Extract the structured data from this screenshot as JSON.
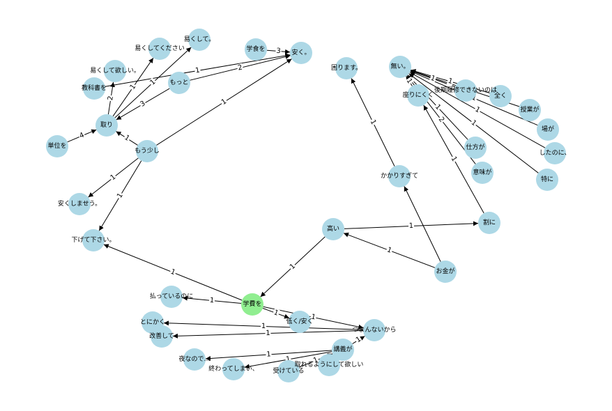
{
  "colors": {
    "node": "#add8e6",
    "highlight": "#90ee90",
    "edge": "#000000"
  },
  "nodes": [
    {
      "id": "n_gakuhi",
      "label": "学費を",
      "highlight": true
    },
    {
      "id": "n_takai",
      "label": "高い"
    },
    {
      "id": "n_okane",
      "label": "お金が"
    },
    {
      "id": "n_warini",
      "label": "割に"
    },
    {
      "id": "n_kakari",
      "label": "かかりすぎて"
    },
    {
      "id": "n_komari",
      "label": "困ります。"
    },
    {
      "id": "n_nai",
      "label": "無い。"
    },
    {
      "id": "n_suwari",
      "label": "座りにくく"
    },
    {
      "id": "n_kouki",
      "label": "後期履修できないのは"
    },
    {
      "id": "n_mattaku",
      "label": "全く"
    },
    {
      "id": "n_jugyo",
      "label": "授業が"
    },
    {
      "id": "n_baga",
      "label": "場が"
    },
    {
      "id": "n_shitano",
      "label": "したのに、"
    },
    {
      "id": "n_tokuni",
      "label": "特に"
    },
    {
      "id": "n_shikata",
      "label": "仕方が"
    },
    {
      "id": "n_imi",
      "label": "意味が"
    },
    {
      "id": "n_gakushoku",
      "label": "学食を"
    },
    {
      "id": "n_yasuku",
      "label": "安く。"
    },
    {
      "id": "n_yasukushite",
      "label": "易くして。"
    },
    {
      "id": "n_yasukushitekudasai",
      "label": "易くしてください"
    },
    {
      "id": "n_yasukushitehoshii",
      "label": "易くして欲しい。"
    },
    {
      "id": "n_kyokasho",
      "label": "教科書を"
    },
    {
      "id": "n_motto",
      "label": "もっと"
    },
    {
      "id": "n_tori",
      "label": "取り"
    },
    {
      "id": "n_tani",
      "label": "単位を"
    },
    {
      "id": "n_mousukoshi",
      "label": "もう少し"
    },
    {
      "id": "n_yasukushimasu",
      "label": "安くしませう。"
    },
    {
      "id": "n_sagete",
      "label": "下げて下さい。"
    },
    {
      "id": "n_haratte",
      "label": "払っているのに"
    },
    {
      "id": "n_hikuku",
      "label": "低く/安く"
    },
    {
      "id": "n_tsumaranai",
      "label": "つまんないから"
    },
    {
      "id": "n_tonikaku",
      "label": "とにかく"
    },
    {
      "id": "n_kaizen",
      "label": "改善して"
    },
    {
      "id": "n_kogiga",
      "label": "講義が"
    },
    {
      "id": "n_yorunanode",
      "label": "夜なので…"
    },
    {
      "id": "n_owatte",
      "label": "終わってしまい、"
    },
    {
      "id": "n_ukete",
      "label": "受けている"
    },
    {
      "id": "n_toreru",
      "label": "取れるようにして欲しい"
    }
  ],
  "edges": [
    {
      "from": "n_takai",
      "to": "n_gakuhi",
      "label": "1"
    },
    {
      "from": "n_gakuhi",
      "to": "n_sagete",
      "label": "1"
    },
    {
      "from": "n_gakuhi",
      "to": "n_haratte",
      "label": "1"
    },
    {
      "from": "n_gakuhi",
      "to": "n_hikuku",
      "label": "1"
    },
    {
      "from": "n_gakuhi",
      "to": "n_tsumaranai",
      "label": "1"
    },
    {
      "from": "n_okane",
      "to": "n_takai",
      "label": "1"
    },
    {
      "from": "n_okane",
      "to": "n_kakari",
      "label": ""
    },
    {
      "from": "n_takai",
      "to": "n_warini",
      "label": "1"
    },
    {
      "from": "n_kakari",
      "to": "n_komari",
      "label": "1"
    },
    {
      "from": "n_warini",
      "to": "n_suwari",
      "label": "1"
    },
    {
      "from": "n_suwari",
      "to": "n_nai",
      "label": "1"
    },
    {
      "from": "n_kouki",
      "to": "n_nai",
      "label": "1"
    },
    {
      "from": "n_mattaku",
      "to": "n_nai",
      "label": "1"
    },
    {
      "from": "n_jugyo",
      "to": "n_nai",
      "label": "1"
    },
    {
      "from": "n_baga",
      "to": "n_nai",
      "label": "1"
    },
    {
      "from": "n_shitano",
      "to": "n_nai",
      "label": "1"
    },
    {
      "from": "n_tokuni",
      "to": "n_nai",
      "label": "1"
    },
    {
      "from": "n_shikata",
      "to": "n_nai",
      "label": "1"
    },
    {
      "from": "n_imi",
      "to": "n_nai",
      "label": "2"
    },
    {
      "from": "n_gakushoku",
      "to": "n_yasuku",
      "label": "3"
    },
    {
      "from": "n_kyokasho",
      "to": "n_yasuku",
      "label": "1"
    },
    {
      "from": "n_motto",
      "to": "n_yasuku",
      "label": "2"
    },
    {
      "from": "n_mousukoshi",
      "to": "n_yasuku",
      "label": "1"
    },
    {
      "from": "n_motto",
      "to": "n_tori",
      "label": "3"
    },
    {
      "from": "n_tani",
      "to": "n_tori",
      "label": "4"
    },
    {
      "from": "n_mousukoshi",
      "to": "n_tori",
      "label": "1"
    },
    {
      "from": "n_tori",
      "to": "n_yasukushitehoshii",
      "label": "2"
    },
    {
      "from": "n_tori",
      "to": "n_yasukushitekudasai",
      "label": "1"
    },
    {
      "from": "n_tori",
      "to": "n_yasukushite",
      "label": "1"
    },
    {
      "from": "n_mousukoshi",
      "to": "n_yasukushimasu",
      "label": "1"
    },
    {
      "from": "n_mousukoshi",
      "to": "n_sagete",
      "label": "1"
    },
    {
      "from": "n_tsumaranai",
      "to": "n_tonikaku",
      "label": "1"
    },
    {
      "from": "n_tsumaranai",
      "to": "n_kaizen",
      "label": "1"
    },
    {
      "from": "n_kogiga",
      "to": "n_tsumaranai",
      "label": "1"
    },
    {
      "from": "n_kogiga",
      "to": "n_yorunanode",
      "label": "1"
    },
    {
      "from": "n_kogiga",
      "to": "n_owatte",
      "label": "1"
    },
    {
      "from": "n_kogiga",
      "to": "n_toreru",
      "label": "1"
    },
    {
      "from": "n_ukete",
      "to": "n_kogiga",
      "label": "1"
    }
  ]
}
